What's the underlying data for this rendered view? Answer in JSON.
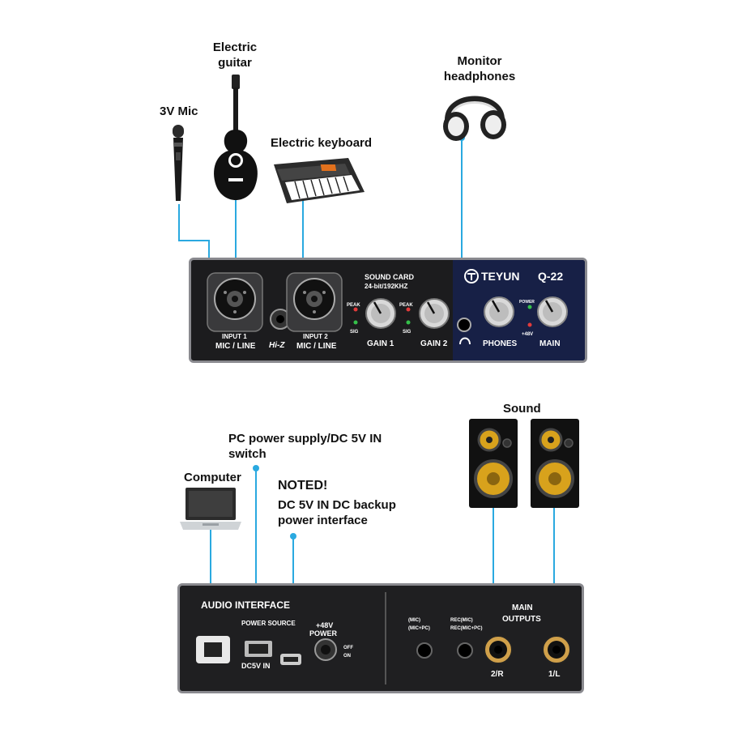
{
  "labels": {
    "mic": "3V Mic",
    "guitar": "Electric guitar",
    "keyboard": "Electric keyboard",
    "headphones": "Monitor headphones",
    "pc_power": "PC power supply/DC 5V IN switch",
    "computer": "Computer",
    "noted": "NOTED!",
    "dc_backup": "DC 5V IN DC backup power interface",
    "sound": "Sound"
  },
  "front_panel": {
    "input1": "INPUT 1",
    "mic_line": "MIC / LINE",
    "hi_z": "Hi-Z",
    "input2": "INPUT 2",
    "mic_line2": "MIC / LINE",
    "sound_card": "SOUND CARD",
    "bit_rate": "24-bit/192KHZ",
    "peak": "PEAK",
    "sig": "SIG",
    "gain1": "GAIN 1",
    "gain2": "GAIN 2",
    "brand": "TEYUN",
    "model": "Q-22",
    "power": "POWER",
    "phantom": "+48V",
    "phones": "PHONES",
    "main": "MAIN"
  },
  "rear_panel": {
    "audio_interface": "AUDIO INTERFACE",
    "power_source": "POWER SOURCE",
    "dc5v_in": "DC5V IN",
    "plus48v": "+48V",
    "power": "POWER",
    "off": "OFF",
    "on": "ON",
    "mic_mode": "(MIC)",
    "mic_pc_mode": "(MIC+PC)",
    "rec_mic": "REC(MIC)",
    "rec_mic_pc": "REC(MIC+PC)",
    "main_outputs": "MAIN OUTPUTS",
    "out_2r": "2/R",
    "out_1l": "1/L"
  },
  "colors": {
    "connector": "#2aa9e0",
    "panel": "#1c1c1e",
    "panel_edge": "#8a8a8f",
    "brand_panel": "#172046",
    "speaker_cone": "#d8a21c"
  }
}
